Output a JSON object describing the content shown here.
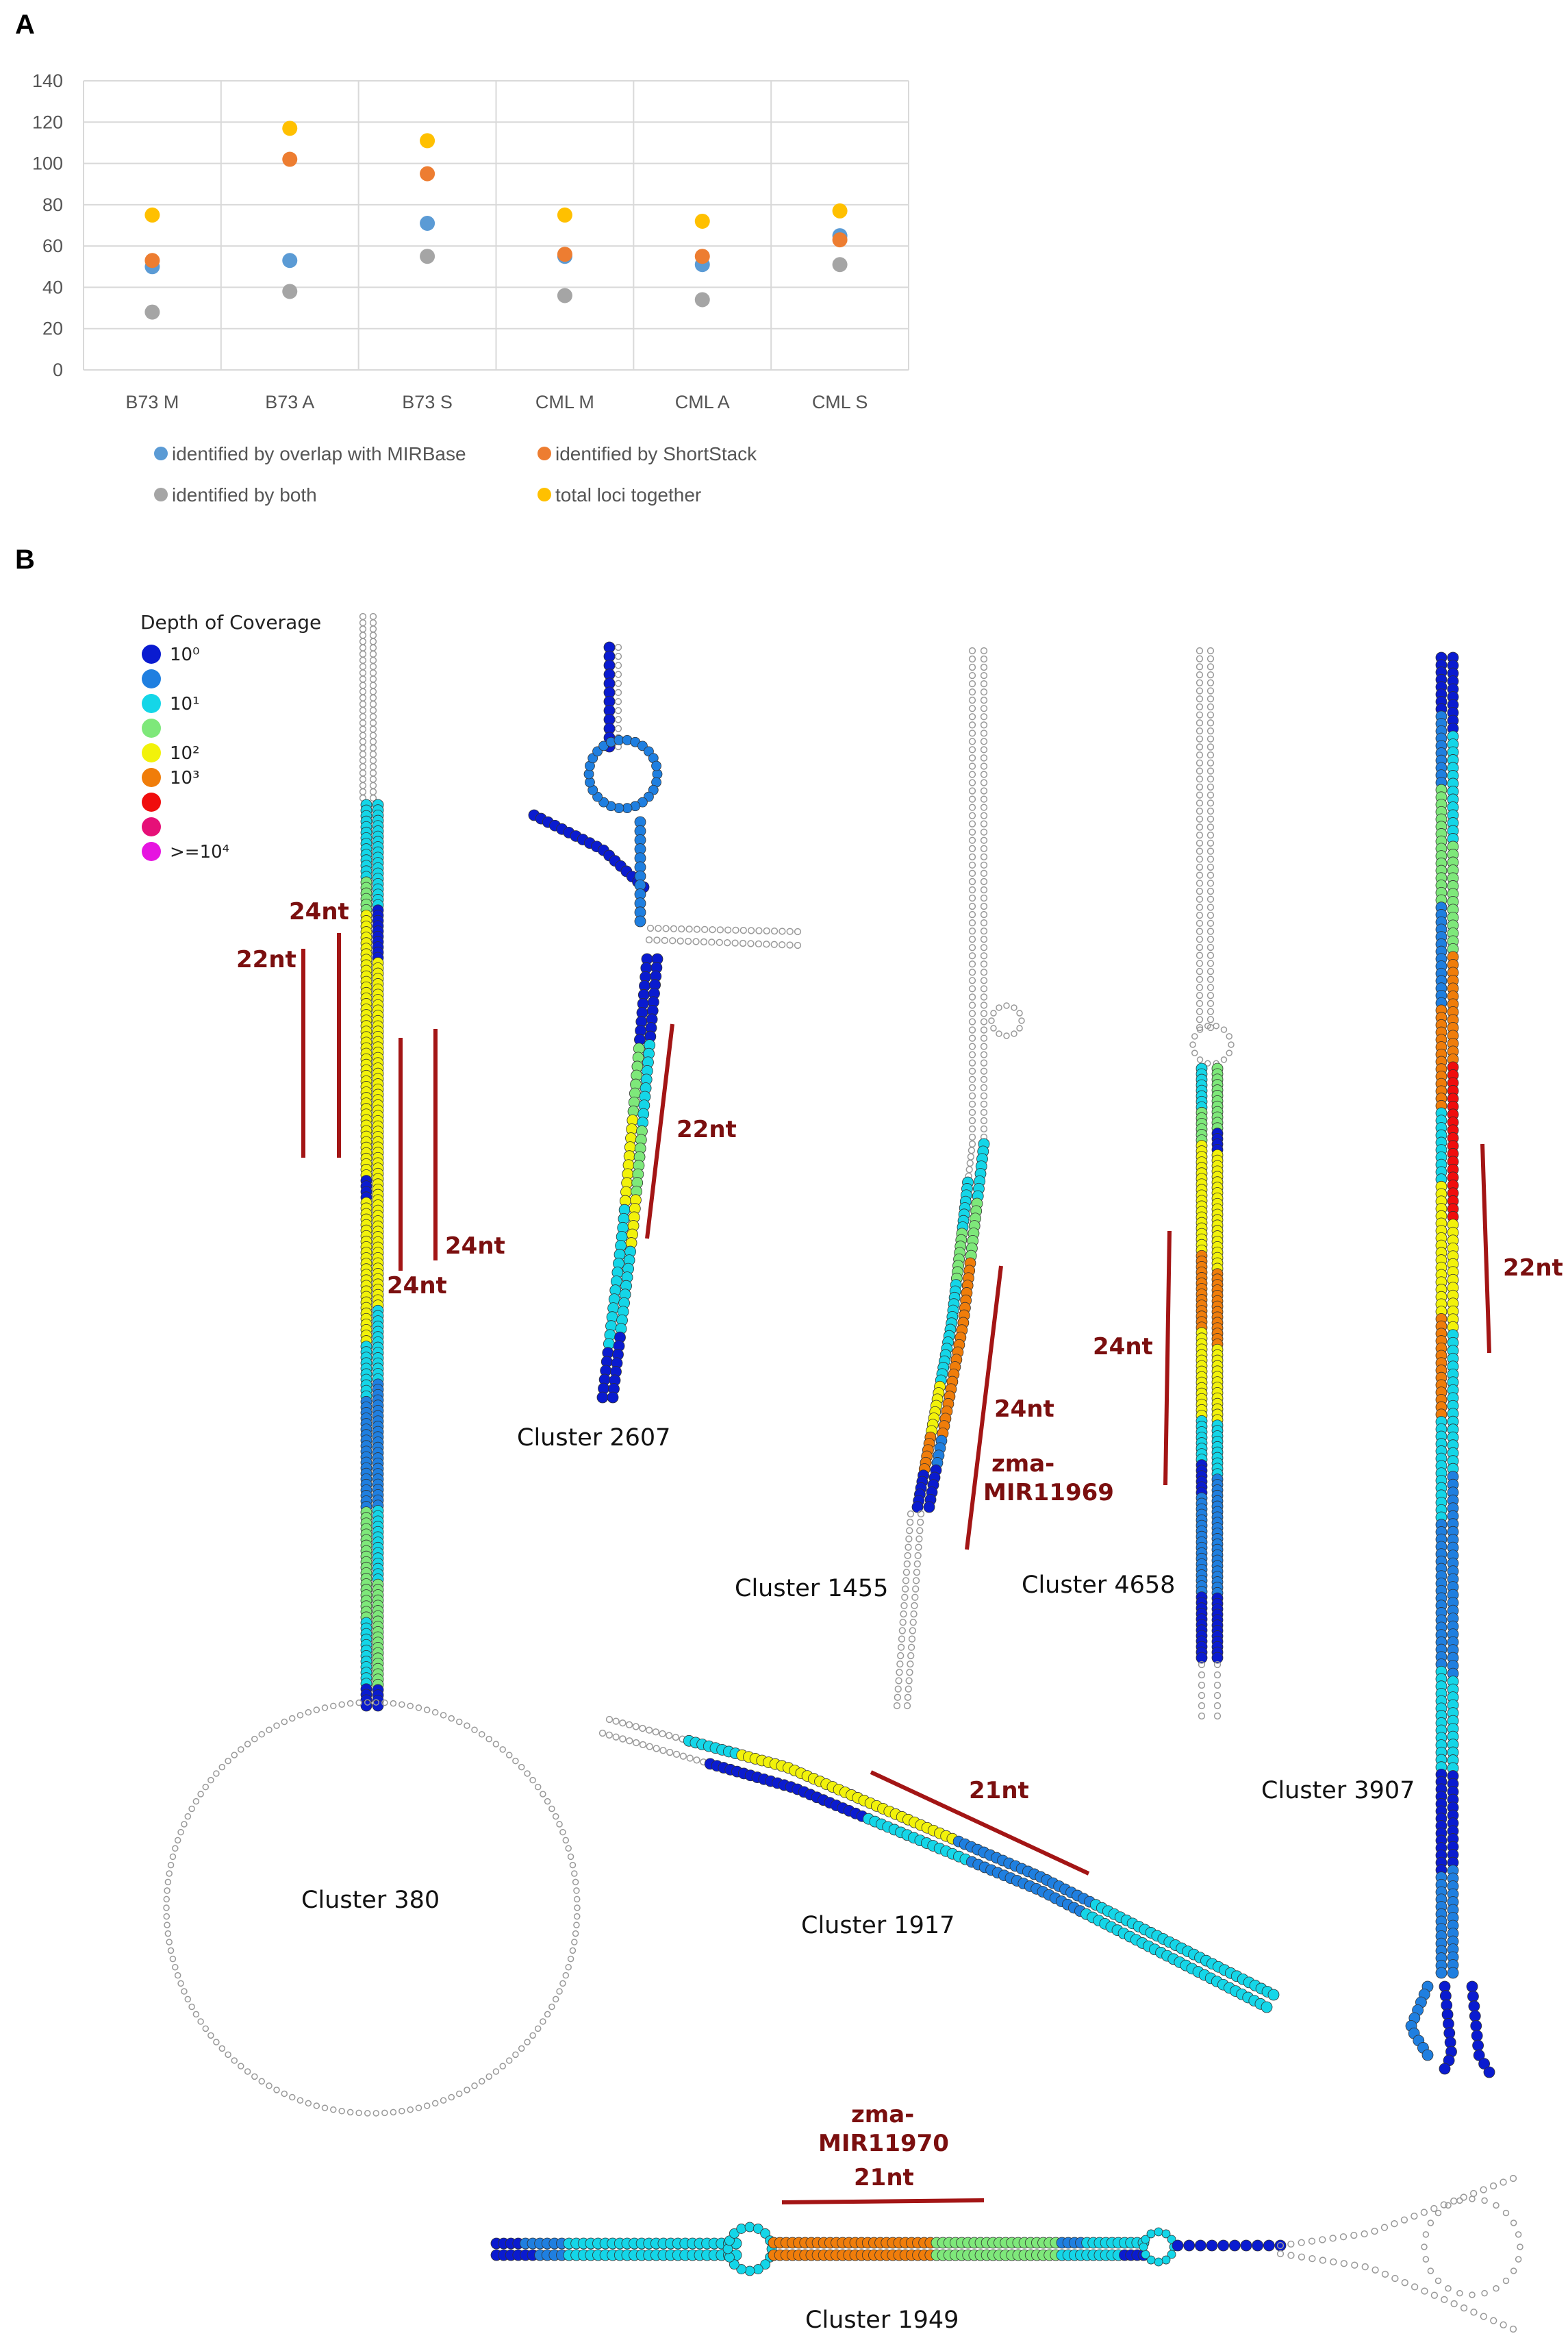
{
  "panel_a_label": "A",
  "panel_b_label": "B",
  "colors": {
    "mirbase": "#5b9bd5",
    "shortstack": "#ed7d31",
    "both": "#a5a5a5",
    "total": "#ffc000",
    "annotation": "#a31515"
  },
  "chart_data": {
    "type": "scatter",
    "categories": [
      "B73 M",
      "B73 A",
      "B73 S",
      "CML M",
      "CML A",
      "CML S"
    ],
    "series": [
      {
        "name": "identified by overlap with MIRBase",
        "color": "#5b9bd5",
        "values": [
          50,
          53,
          71,
          55,
          51,
          65
        ]
      },
      {
        "name": "identified by ShortStack",
        "color": "#ed7d31",
        "values": [
          53,
          102,
          95,
          56,
          55,
          63
        ]
      },
      {
        "name": "identified by both",
        "color": "#a5a5a5",
        "values": [
          28,
          38,
          55,
          36,
          34,
          51
        ]
      },
      {
        "name": "total loci together",
        "color": "#ffc000",
        "values": [
          75,
          117,
          111,
          75,
          72,
          77
        ]
      }
    ],
    "y_ticks": [
      "0",
      "20",
      "40",
      "60",
      "80",
      "100",
      "120",
      "140"
    ],
    "ylim": [
      0,
      140
    ],
    "grid": true,
    "legend_position": "bottom"
  },
  "coverage_legend": {
    "title": "Depth of Coverage",
    "items": [
      {
        "label": "10⁰",
        "color": "#0a1bd0"
      },
      {
        "label": "",
        "color": "#1f7fe0"
      },
      {
        "label": "10¹",
        "color": "#14d6e8"
      },
      {
        "label": "",
        "color": "#7ee87a"
      },
      {
        "label": "10²",
        "color": "#f2f20a"
      },
      {
        "label": "10³",
        "color": "#f07d0a"
      },
      {
        "label": "",
        "color": "#f00d0d"
      },
      {
        "label": "",
        "color": "#e61078"
      },
      {
        "label": ">=10⁴",
        "color": "#e614e0"
      }
    ]
  },
  "clusters": {
    "c380": "Cluster 380",
    "c2607": "Cluster 2607",
    "c1455": "Cluster 1455",
    "c4658": "Cluster 4658",
    "c3907": "Cluster 3907",
    "c1917": "Cluster 1917",
    "c1949": "Cluster 1949"
  },
  "annotations": {
    "a380_24_top": "24nt",
    "a380_22": "22nt",
    "a380_24_right": "24nt",
    "a380_24_mid": "24nt",
    "a2607_22": "22nt",
    "a1455_24": "24nt",
    "a1455_mir_1": "zma-",
    "a1455_mir_2": "MIR11969",
    "a4658_24": "24nt",
    "a3907_22": "22nt",
    "a1917_21": "21nt",
    "a1949_mir_1": "zma-",
    "a1949_mir_2": "MIR11970",
    "a1949_21": "21nt"
  }
}
